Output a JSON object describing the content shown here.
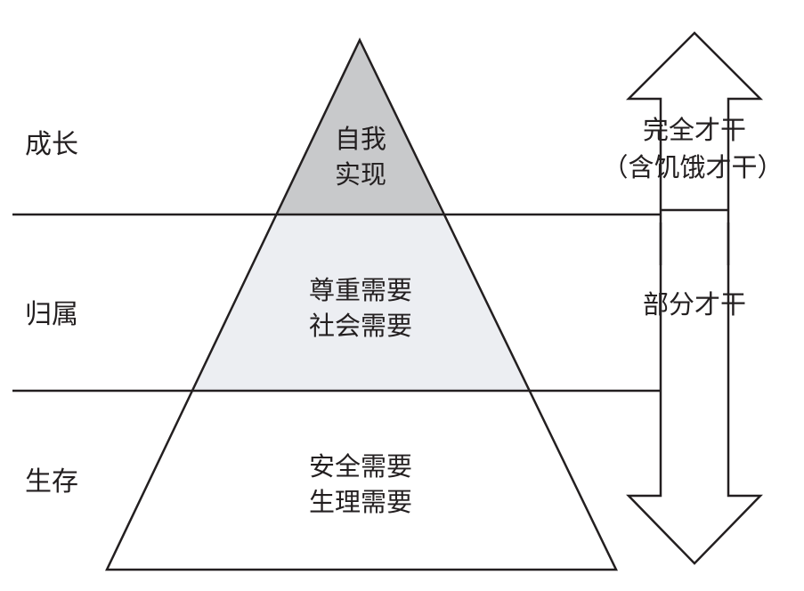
{
  "levels": {
    "growth": "成长",
    "belonging": "归属",
    "survival": "生存"
  },
  "pyramid": {
    "top": {
      "line1": "自我",
      "line2": "实现",
      "fill": "#c8c9cb"
    },
    "middle": {
      "line1": "尊重需要",
      "line2": "社会需要",
      "fill": "#eceef2"
    },
    "bottom": {
      "line1": "安全需要",
      "line2": "生理需要",
      "fill": "#ffffff"
    }
  },
  "arrows": {
    "full": {
      "line1": "完全才干",
      "line2": "（含饥饿才干）"
    },
    "partial": "部分才干"
  },
  "colors": {
    "stroke": "#231f20",
    "text": "#231f20"
  }
}
